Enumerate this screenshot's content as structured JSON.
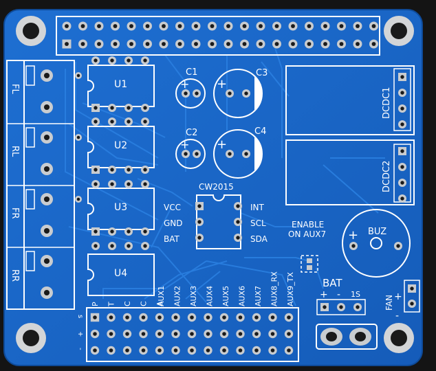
{
  "board": {
    "colors": {
      "background": "#141414",
      "solder_mask": "#1866c9",
      "copper": "#1d72d6",
      "pad": "#c9cccf",
      "drill": "#1a1a1a",
      "silkscreen": "#ffffff"
    },
    "silkscreen": {
      "motor_labels": [
        "FL",
        "RL",
        "FR",
        "RR"
      ],
      "drivers": [
        "U1",
        "U2",
        "U3",
        "U4"
      ],
      "capacitors": [
        "C1",
        "C2",
        "C3",
        "C4"
      ],
      "fuel_gauge": {
        "title": "CW2015",
        "left_pins": [
          "VCC",
          "GND",
          "BAT"
        ],
        "right_pins": [
          "INT",
          "SCL",
          "SDA"
        ]
      },
      "dcdc": [
        "DCDC1",
        "DCDC2"
      ],
      "buzzer": "BUZ",
      "buzzer_plus": "+",
      "jumper_label": [
        "ENABLE",
        "ON AUX7"
      ],
      "aux_labels": [
        "AUX1",
        "AUX2",
        "AUX3",
        "AUX4",
        "AUX5",
        "AUX6",
        "AUX7",
        "AUX8_RX",
        "AUX9_TX"
      ],
      "servo_labels": [
        "P",
        "T",
        "C",
        "C",
        "A"
      ],
      "header_side_labels": [
        "s",
        "+",
        "-"
      ],
      "bat": {
        "title": "BAT",
        "plus": "+",
        "minus": "-",
        "cells": "1S"
      },
      "fan": {
        "title": "FAN",
        "plus": "+",
        "minus": "-"
      }
    }
  }
}
